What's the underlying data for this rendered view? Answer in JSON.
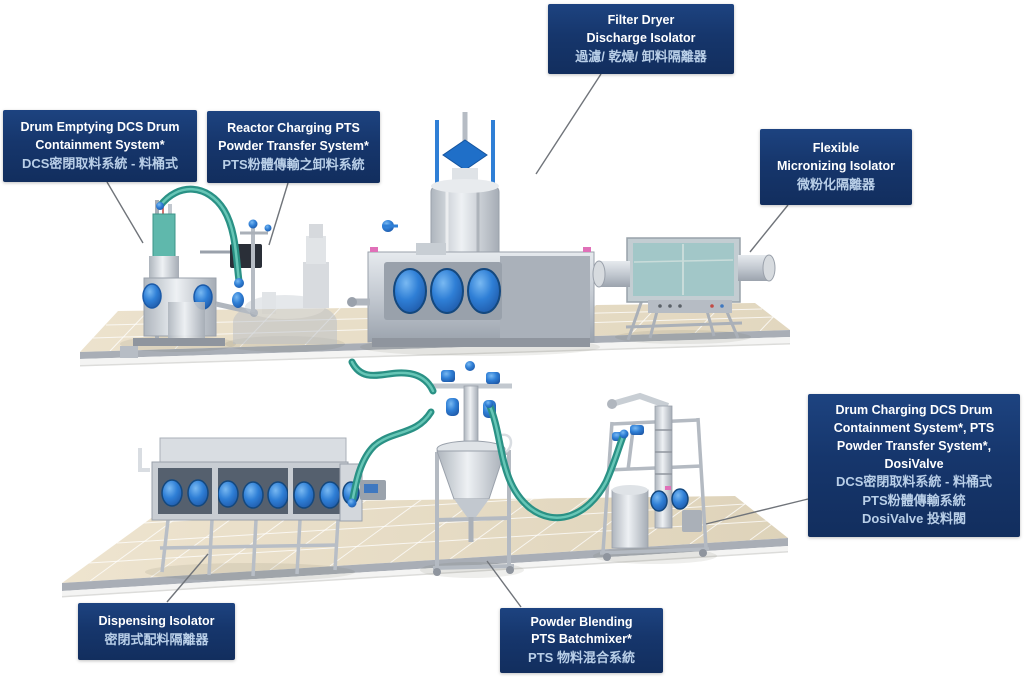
{
  "diagram": {
    "description": "Contained powder handling process line with labeled equipment on two platforms",
    "language": "English + Traditional Chinese"
  },
  "labels": {
    "filter_dryer": {
      "en": [
        "Filter Dryer",
        "Discharge Isolator"
      ],
      "zh": [
        "過濾/ 乾燥/ 卸料隔離器"
      ]
    },
    "drum_emptying": {
      "en": [
        "Drum Emptying DCS Drum",
        "Containment System*"
      ],
      "zh": [
        "DCS密閉取料系統 - 料桶式"
      ]
    },
    "reactor_charging": {
      "en": [
        "Reactor Charging PTS",
        "Powder Transfer System*"
      ],
      "zh": [
        "PTS粉體傳輸之卸料系統"
      ]
    },
    "flexible_micronizing": {
      "en": [
        "Flexible",
        "Micronizing Isolator"
      ],
      "zh": [
        "微粉化隔離器"
      ]
    },
    "drum_charging": {
      "en": [
        "Drum Charging DCS Drum",
        "Containment System*, PTS",
        "Powder Transfer System*,",
        "DosiValve"
      ],
      "zh": [
        "DCS密閉取料系統 - 料桶式",
        "PTS粉體傳輸系統",
        "DosiValve 投料閥"
      ]
    },
    "dispensing_isolator": {
      "en": [
        "Dispensing Isolator"
      ],
      "zh": [
        "密閉式配料隔離器"
      ]
    },
    "powder_blending": {
      "en": [
        "Powder Blending",
        "PTS Batchmixer*"
      ],
      "zh": [
        "PTS 物料混合系統"
      ]
    }
  },
  "equipment_names": [
    "drum-emptying-station",
    "reactor-vessel",
    "filter-dryer-machine",
    "micronizing-isolator-unit",
    "dispensing-isolator-unit",
    "batchmixer-unit",
    "drum-charging-station"
  ],
  "colors": {
    "label_background": "#16366c",
    "label_text_en": "#ffffff",
    "label_text_zh": "#b9cfe8",
    "hose_teal": "#2f9e90",
    "glove_port_blue": "#2f7fd6",
    "platform_tile": "#e8dec9",
    "equipment_steel": "#c2c8cf",
    "leader_line": "#70747a"
  }
}
